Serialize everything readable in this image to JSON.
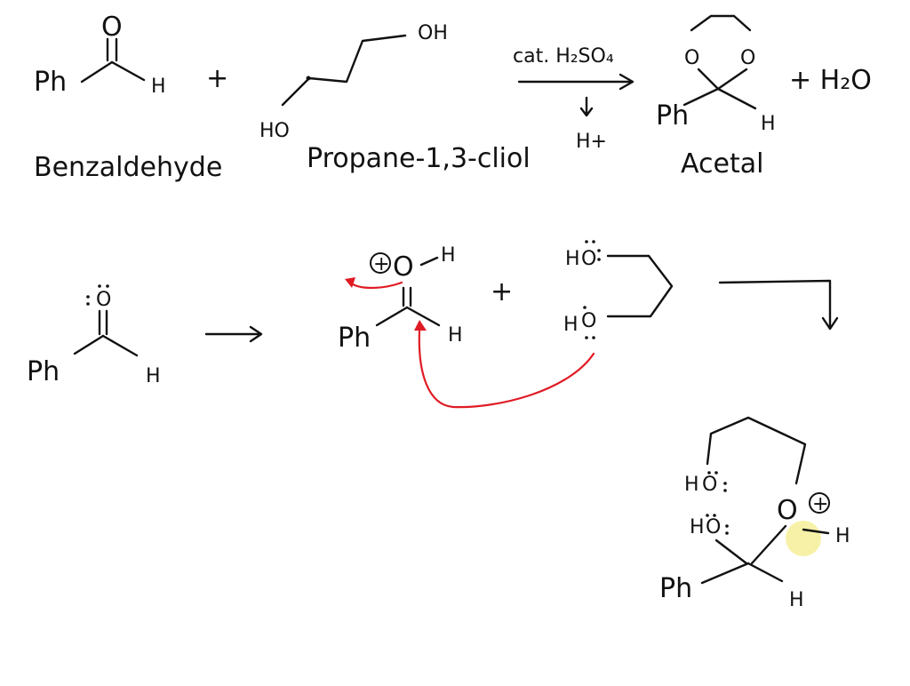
{
  "reaction": {
    "reactant1_label": "Benzaldehyde",
    "reactant2_label": "Propane-1,3-cliol",
    "product_label": "Acetal",
    "plus": "+",
    "water": "+ H₂O",
    "catalyst": "cat. H₂SO₄",
    "acid": "H+"
  },
  "atoms": {
    "ph": "Ph",
    "h": "H",
    "o": "O",
    "oh": "OH",
    "ho": "HO",
    "plus_charge": "+"
  },
  "colors": {
    "ink": "#111111",
    "curved_arrow": "#e01b24",
    "highlight": "#f3ec8a"
  }
}
